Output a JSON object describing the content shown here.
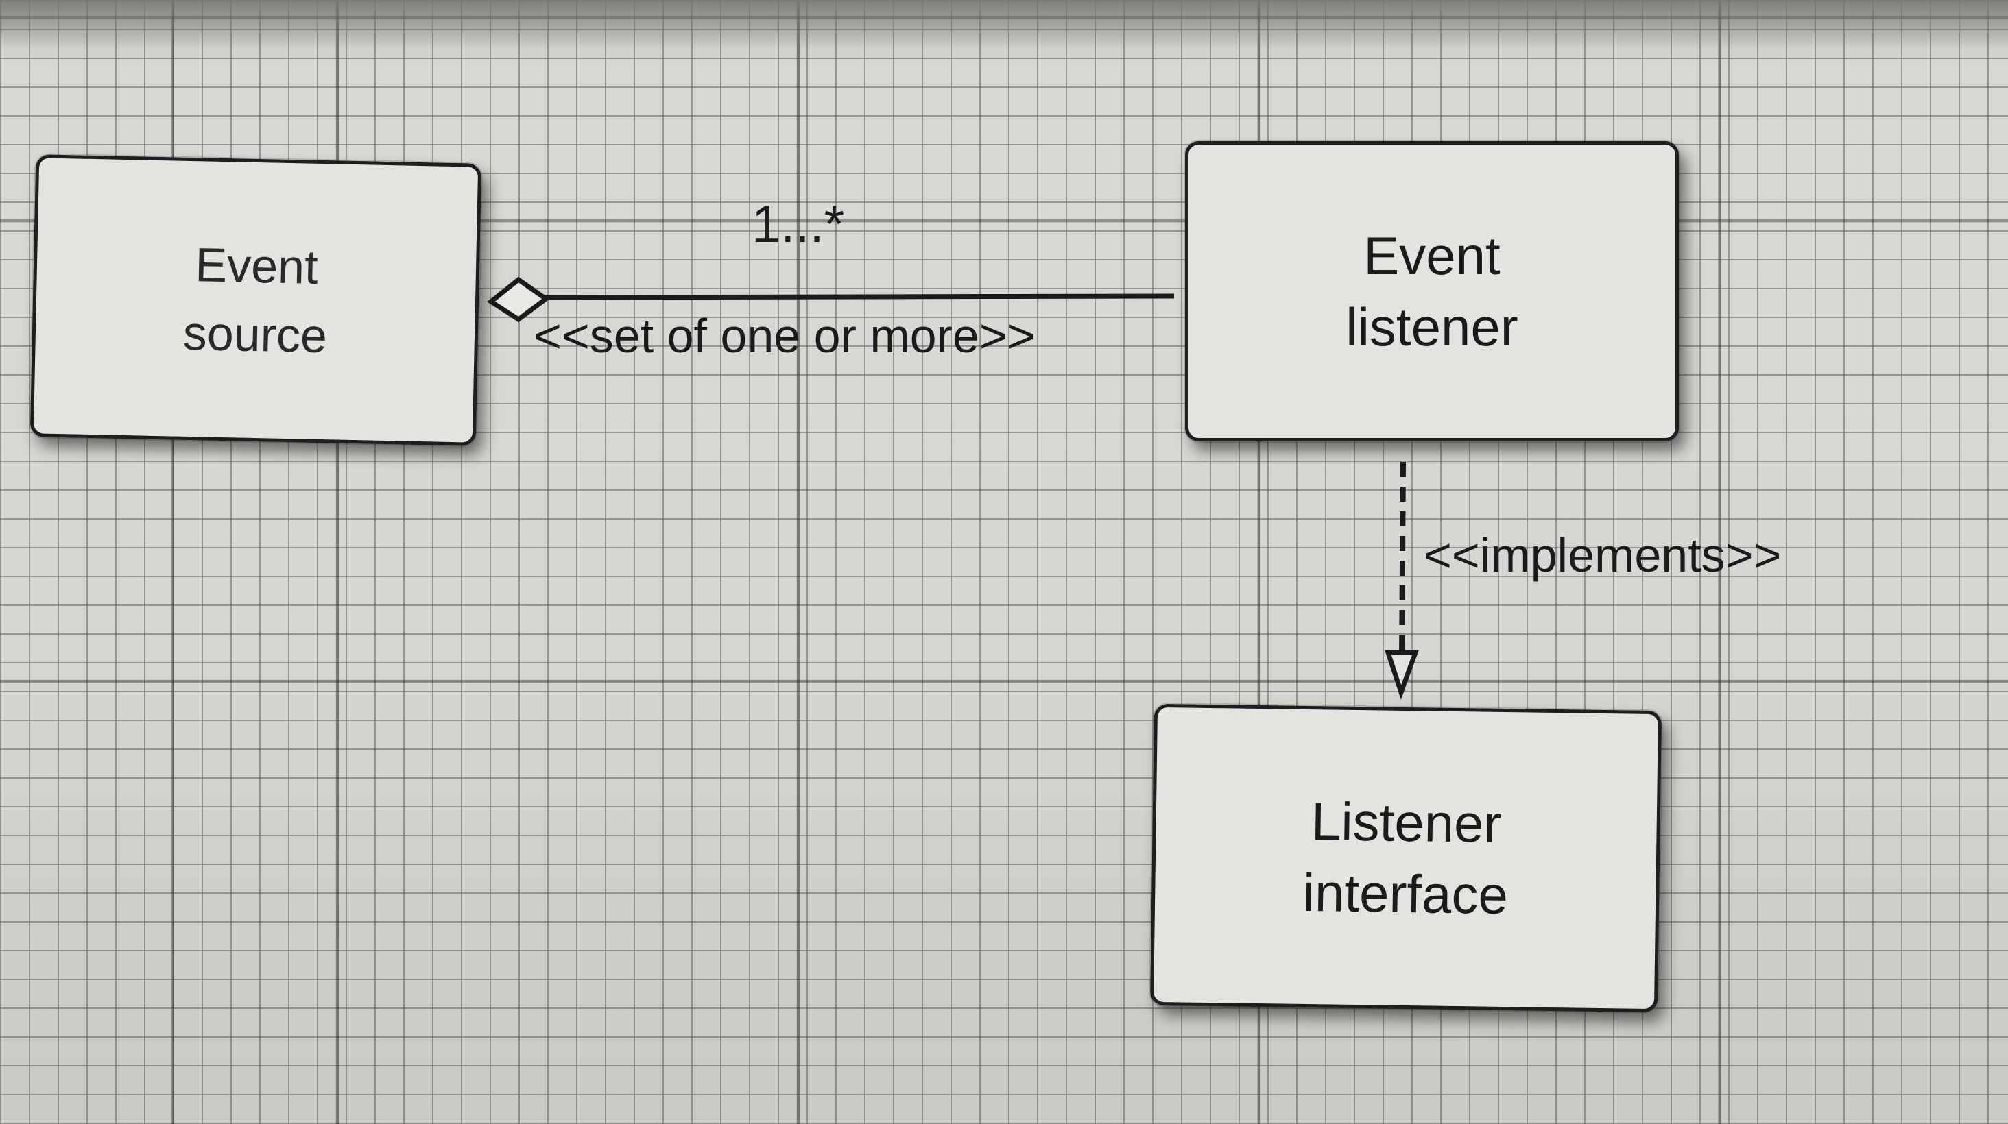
{
  "nodes": {
    "event_source": "Event\nsource",
    "event_listener": "Event\nlistener",
    "listener_interface": "Listener\ninterface"
  },
  "edges": {
    "aggregation": {
      "multiplicity": "1...*",
      "label": "<<set of one or more>>"
    },
    "implements": {
      "label": "<<implements>>"
    }
  },
  "colors": {
    "ink": "#1b1b1b",
    "box_fill": "#e3e3e0",
    "paper": "#d6d6d2"
  }
}
